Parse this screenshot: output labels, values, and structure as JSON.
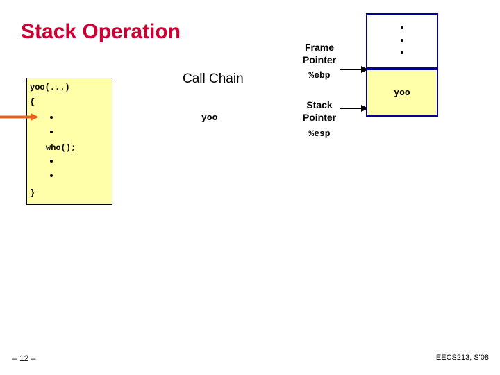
{
  "slide": {
    "title": "Stack Operation",
    "footer_left": "– 12 –",
    "footer_right": "EECS213, S'08"
  },
  "code_box": {
    "line_signature": "yoo(...)",
    "line_open_brace": "{",
    "line_call": "who();",
    "line_close_brace": "}"
  },
  "call_chain": {
    "heading": "Call Chain",
    "current_frame": "yoo"
  },
  "registers": {
    "frame_pointer_label_line1": "Frame",
    "frame_pointer_label_line2": "Pointer",
    "frame_pointer_register": "%ebp",
    "stack_pointer_label_line1": "Stack",
    "stack_pointer_label_line2": "Pointer",
    "stack_pointer_register": "%esp"
  },
  "stack": {
    "yoo_frame_label": "yoo"
  },
  "colors": {
    "title": "#cc0033",
    "frame_border": "#000099",
    "frame_fill": "#ffffaa",
    "pointer_arrow": "#e8601c"
  }
}
